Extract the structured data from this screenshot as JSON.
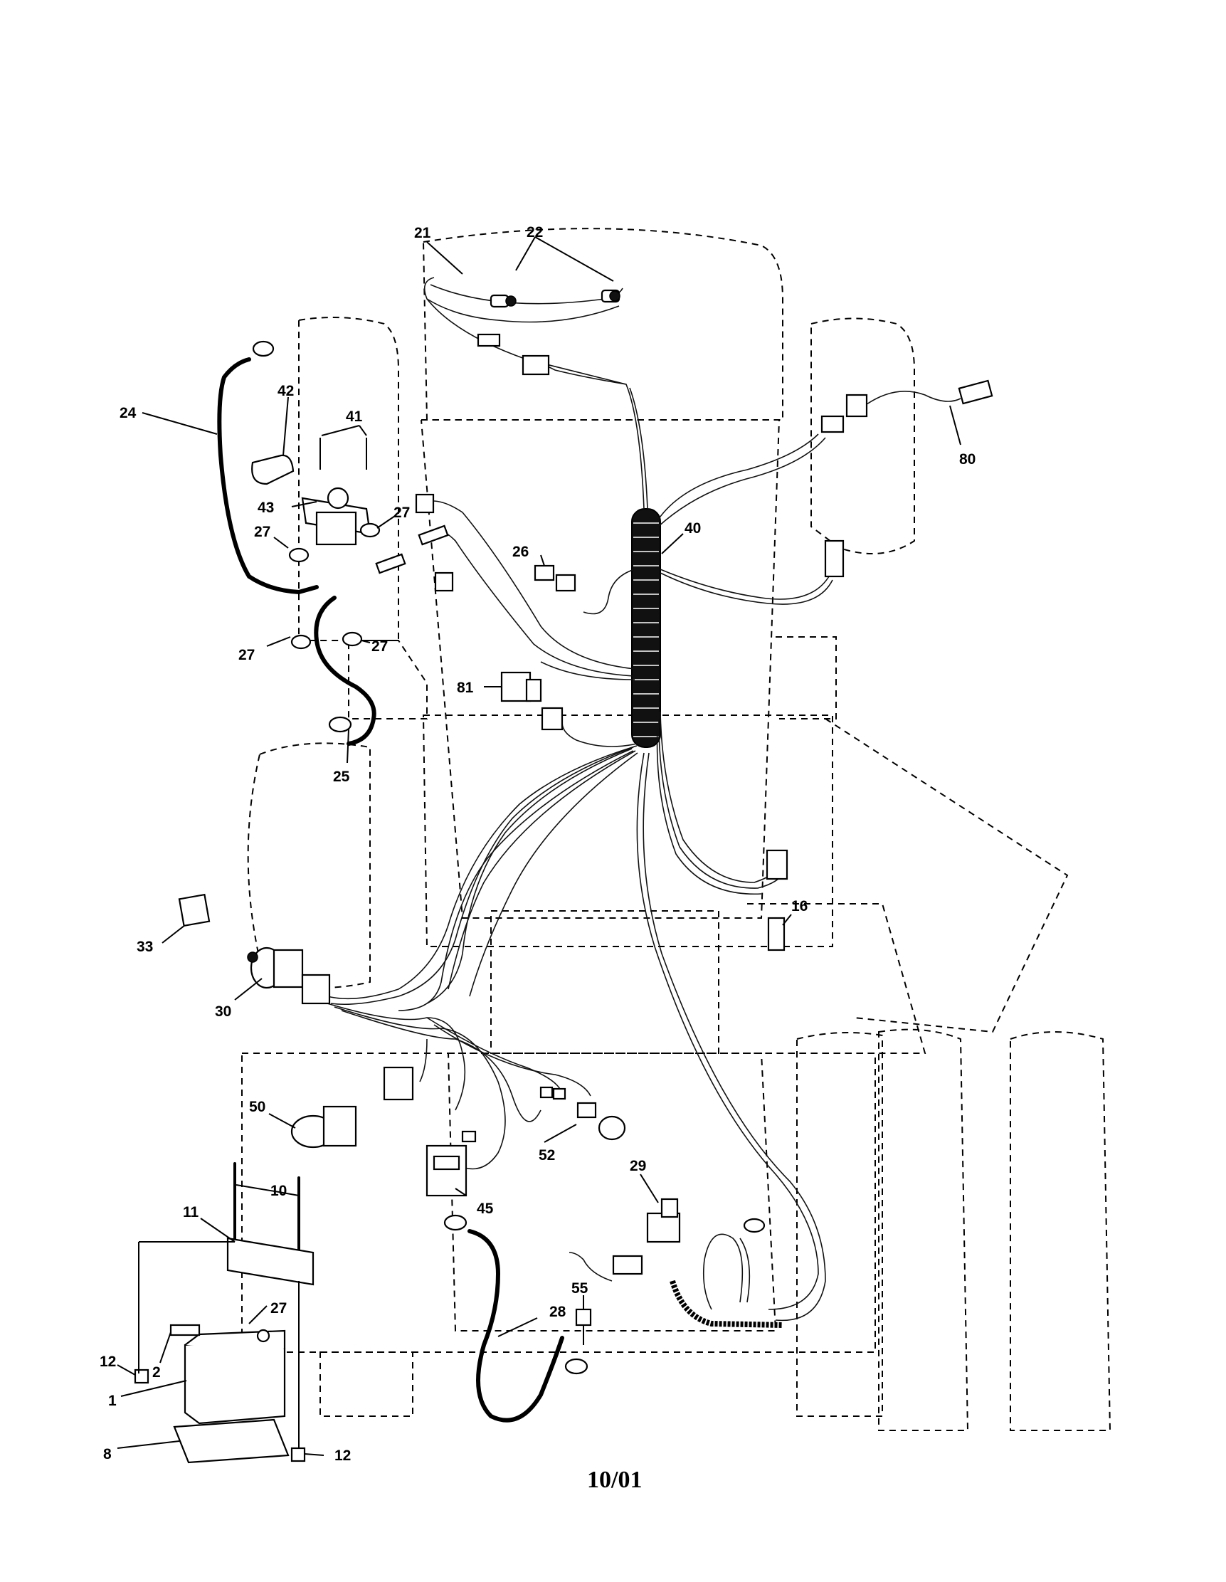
{
  "callouts": [
    {
      "id": "c21",
      "text": "21"
    },
    {
      "id": "c22",
      "text": "22"
    },
    {
      "id": "c24",
      "text": "24"
    },
    {
      "id": "c42",
      "text": "42"
    },
    {
      "id": "c41",
      "text": "41"
    },
    {
      "id": "c43",
      "text": "43"
    },
    {
      "id": "c27a",
      "text": "27"
    },
    {
      "id": "c27b",
      "text": "27"
    },
    {
      "id": "c27c",
      "text": "27"
    },
    {
      "id": "c27d",
      "text": "27"
    },
    {
      "id": "c27e",
      "text": "27"
    },
    {
      "id": "c40",
      "text": "40"
    },
    {
      "id": "c26",
      "text": "26"
    },
    {
      "id": "c80",
      "text": "80"
    },
    {
      "id": "c81",
      "text": "81"
    },
    {
      "id": "c25",
      "text": "25"
    },
    {
      "id": "c16",
      "text": "16"
    },
    {
      "id": "c33",
      "text": "33"
    },
    {
      "id": "c30",
      "text": "30"
    },
    {
      "id": "c50",
      "text": "50"
    },
    {
      "id": "c52",
      "text": "52"
    },
    {
      "id": "c10",
      "text": "10"
    },
    {
      "id": "c11",
      "text": "11"
    },
    {
      "id": "c45",
      "text": "45"
    },
    {
      "id": "c29",
      "text": "29"
    },
    {
      "id": "c55",
      "text": "55"
    },
    {
      "id": "c28",
      "text": "28"
    },
    {
      "id": "c12a",
      "text": "12"
    },
    {
      "id": "c12b",
      "text": "12"
    },
    {
      "id": "c2",
      "text": "2"
    },
    {
      "id": "c1",
      "text": "1"
    },
    {
      "id": "c8",
      "text": "8"
    }
  ],
  "footer": {
    "date": "10/01"
  }
}
